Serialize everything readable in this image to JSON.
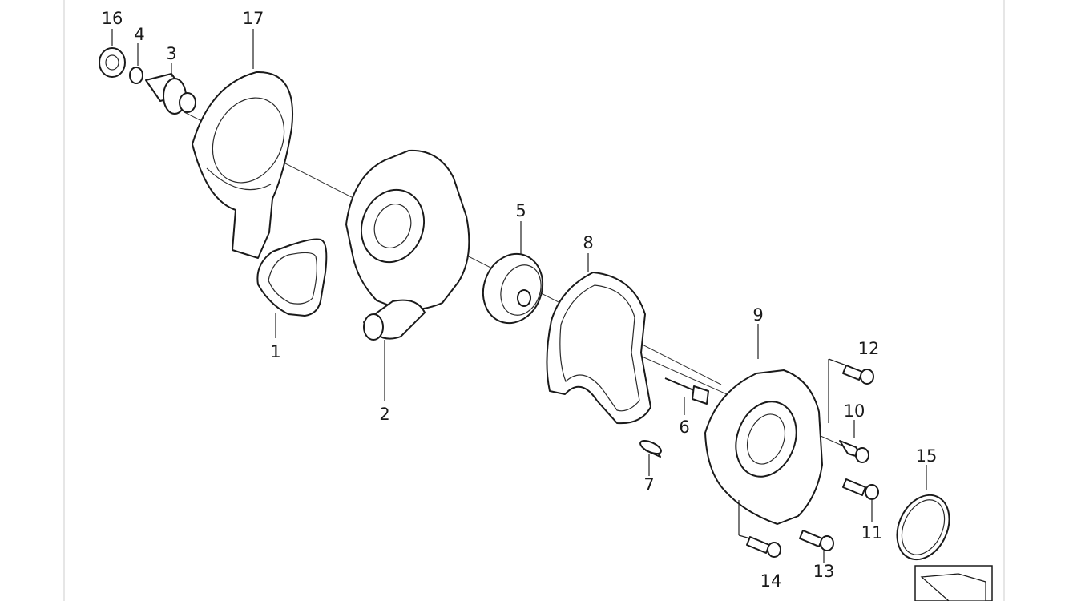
{
  "callouts": [
    {
      "id": "16",
      "label": "16"
    },
    {
      "id": "4",
      "label": "4"
    },
    {
      "id": "3",
      "label": "3"
    },
    {
      "id": "17",
      "label": "17"
    },
    {
      "id": "1",
      "label": "1"
    },
    {
      "id": "2",
      "label": "2"
    },
    {
      "id": "5",
      "label": "5"
    },
    {
      "id": "8",
      "label": "8"
    },
    {
      "id": "6",
      "label": "6"
    },
    {
      "id": "7",
      "label": "7"
    },
    {
      "id": "9",
      "label": "9"
    },
    {
      "id": "12",
      "label": "12"
    },
    {
      "id": "10",
      "label": "10"
    },
    {
      "id": "15",
      "label": "15"
    },
    {
      "id": "11",
      "label": "11"
    },
    {
      "id": "13",
      "label": "13"
    },
    {
      "id": "14",
      "label": "14"
    }
  ],
  "colors": {
    "line": "#1a1a1a",
    "background": "#ffffff",
    "frame": "#e6e6e6"
  }
}
